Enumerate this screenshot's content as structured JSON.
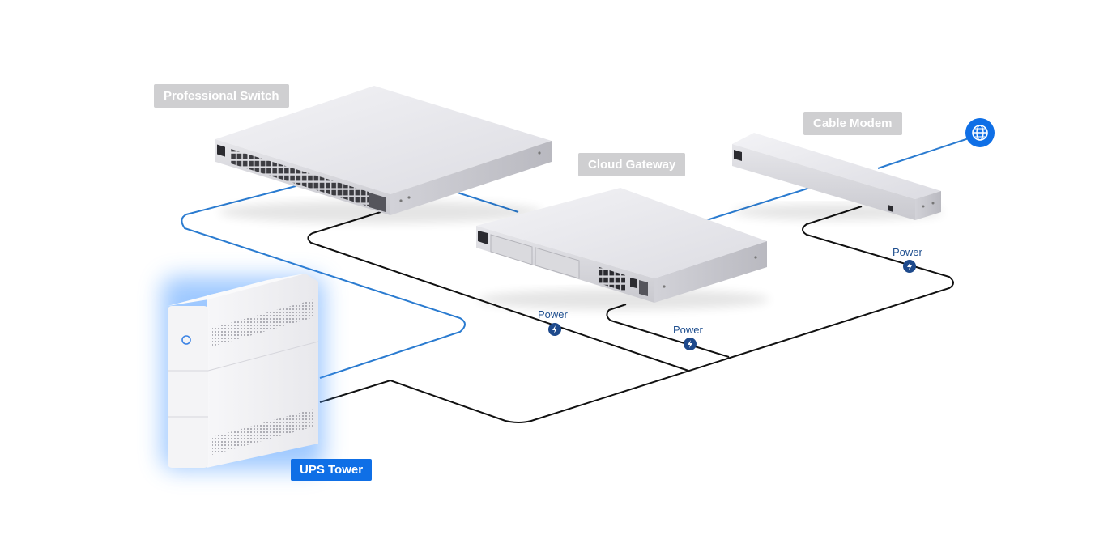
{
  "devices": {
    "switch": {
      "label": "Professional Switch"
    },
    "gateway": {
      "label": "Cloud Gateway"
    },
    "modem": {
      "label": "Cable Modem"
    },
    "ups": {
      "label": "UPS Tower"
    }
  },
  "power_labels": [
    "Power",
    "Power",
    "Power"
  ],
  "icons": {
    "internet": "globe-icon",
    "power_badge": "lightning-bolt-icon"
  },
  "colors": {
    "accent": "#0f6fe6",
    "network_cable": "#2a7bd0",
    "power_cable": "#111111",
    "label_bg": "#cfcfd1",
    "badge": "#1e4a8c"
  }
}
